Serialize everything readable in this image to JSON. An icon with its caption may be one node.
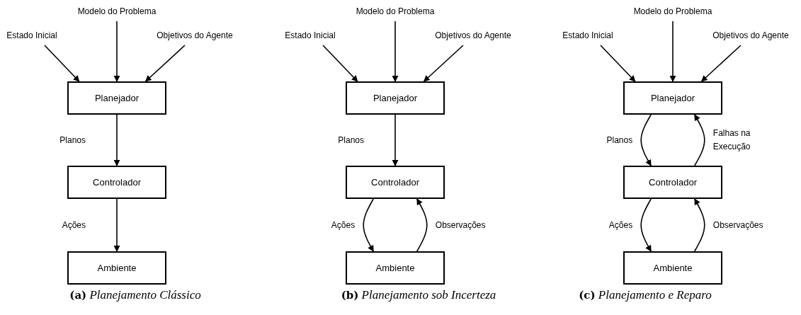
{
  "diagram": {
    "nodes": [
      {
        "text": [
          "Modelo do Problema"
        ]
      },
      {
        "text": [
          "Estado Inicial"
        ]
      },
      {
        "text": [
          "Objetivos do Agente"
        ]
      },
      {
        "text": [
          "Planejador"
        ]
      },
      {
        "text": [
          "Controlador"
        ]
      },
      {
        "text": [
          "Ambiente"
        ]
      },
      {
        "text": [
          "Modelo do Problema"
        ]
      },
      {
        "text": [
          "Estado Inicial"
        ]
      },
      {
        "text": [
          "Objetivos do Agente"
        ]
      },
      {
        "text": [
          "Planejador"
        ]
      },
      {
        "text": [
          "Controlador"
        ]
      },
      {
        "text": [
          "Ambiente"
        ]
      },
      {
        "text": [
          "Modelo do Problema"
        ]
      },
      {
        "text": [
          "Estado Inicial"
        ]
      },
      {
        "text": [
          "Objetivos do Agente"
        ]
      },
      {
        "text": [
          "Planejador"
        ]
      },
      {
        "text": [
          "Controlador"
        ]
      },
      {
        "text": [
          "Ambiente"
        ]
      }
    ],
    "edges": [
      {
        "from": 1,
        "to": 3,
        "arrow": "to"
      },
      {
        "from": 0,
        "to": 3,
        "arrow": "to"
      },
      {
        "from": 2,
        "to": 3,
        "arrow": "to"
      },
      {
        "from": 3,
        "to": 4,
        "arrow": "to",
        "label": "Planos"
      },
      {
        "from": 4,
        "to": 5,
        "arrow": "to",
        "label": "Ações"
      },
      {
        "from": 7,
        "to": 9,
        "arrow": "to"
      },
      {
        "from": 6,
        "to": 9,
        "arrow": "to"
      },
      {
        "from": 8,
        "to": 9,
        "arrow": "to"
      },
      {
        "from": 9,
        "to": 10,
        "arrow": "to",
        "label": "Planos"
      },
      {
        "from": 10,
        "to": 11,
        "arrow": "to",
        "label": "Ações"
      },
      {
        "from": 11,
        "to": 10,
        "arrow": "to",
        "label": "Observações"
      },
      {
        "from": 13,
        "to": 15,
        "arrow": "to"
      },
      {
        "from": 12,
        "to": 15,
        "arrow": "to"
      },
      {
        "from": 14,
        "to": 15,
        "arrow": "to"
      },
      {
        "from": 15,
        "to": 16,
        "arrow": "to",
        "label": "Planos"
      },
      {
        "from": 16,
        "to": 15,
        "arrow": "to",
        "label": "Falhas na Execução"
      },
      {
        "from": 16,
        "to": 17,
        "arrow": "to",
        "label": "Ações"
      },
      {
        "from": 17,
        "to": 16,
        "arrow": "to",
        "label": "Observações"
      }
    ],
    "labels": [
      "**(a)** *Planejamento Clássico*",
      "**(b)** *Planejamento sob Incerteza*",
      "**(c)** *Planejamento e Reparo*"
    ]
  }
}
